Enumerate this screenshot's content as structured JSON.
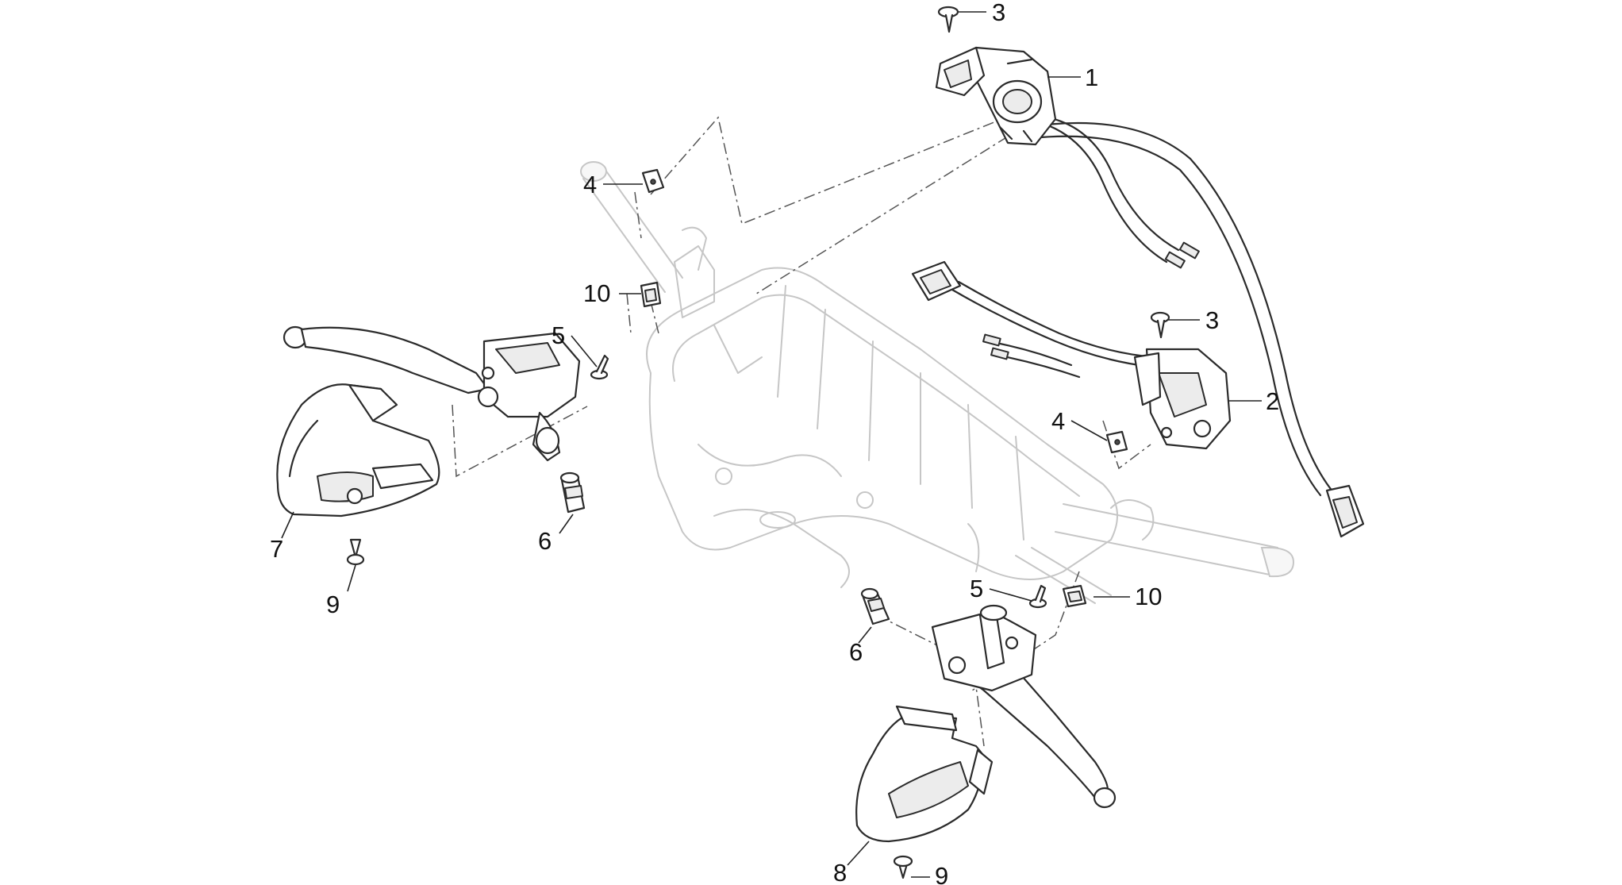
{
  "diagram": {
    "callouts": [
      {
        "label": "1"
      },
      {
        "label": "2"
      },
      {
        "label": "3"
      },
      {
        "label": "3"
      },
      {
        "label": "4"
      },
      {
        "label": "4"
      },
      {
        "label": "5"
      },
      {
        "label": "5"
      },
      {
        "label": "6"
      },
      {
        "label": "6"
      },
      {
        "label": "7"
      },
      {
        "label": "8"
      },
      {
        "label": "9"
      },
      {
        "label": "9"
      },
      {
        "label": "10"
      },
      {
        "label": "10"
      }
    ]
  }
}
